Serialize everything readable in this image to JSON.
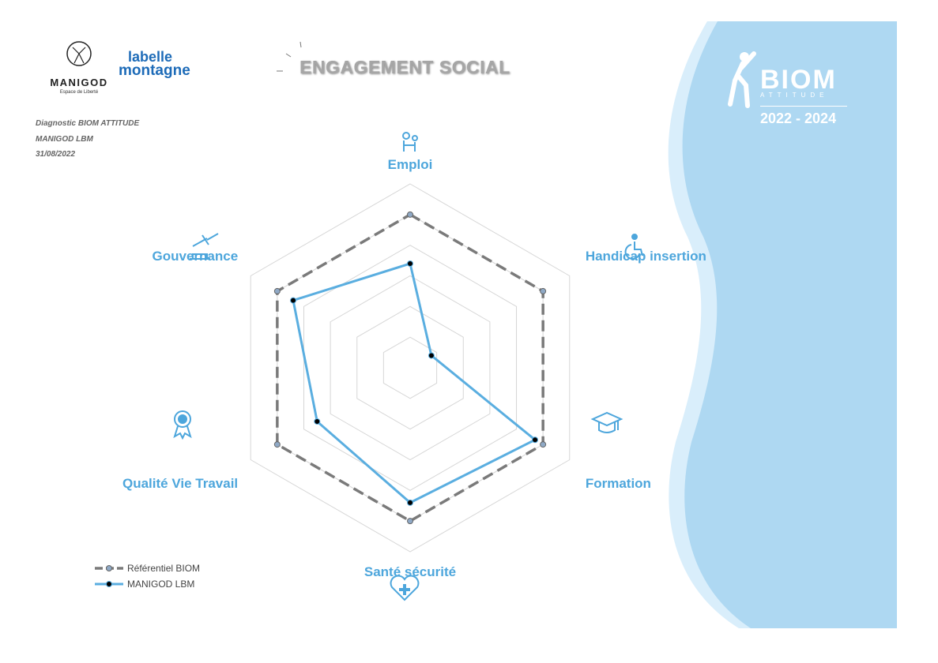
{
  "header": {
    "title": "ENGAGEMENT SOCIAL",
    "logo_manigod_name": "MANIGOD",
    "logo_manigod_tagline": "Espace de Liberté",
    "logo_labelle_line1": "labelle",
    "logo_labelle_line2": "montagne"
  },
  "meta": {
    "line1": "Diagnostic BIOM ATTITUDE",
    "line2": "MANIGOD LBM",
    "date": "31/08/2022"
  },
  "brand": {
    "name": "BIOM",
    "tagline": "ATTITUDE",
    "years": "2022 - 2024"
  },
  "colors": {
    "accent": "#5aaee0",
    "label": "#4da6dc",
    "reference": "#7a7a7a",
    "panel": "#aed8f2",
    "panel_light": "#d9eefb",
    "grid": "#d6d6d6",
    "title": "#a6a6a6"
  },
  "chart_data": {
    "type": "radar",
    "categories": [
      "Emploi",
      "Handicap insertion",
      "Formation",
      "Santé sécurité",
      "Qualité Vie Travail",
      "Gouvernance"
    ],
    "icons": [
      "team-gears-icon",
      "wheelchair-icon",
      "graduation-cap-icon",
      "heart-plus-icon",
      "award-ribbon-icon",
      "gavel-icon"
    ],
    "rlim": [
      0,
      6
    ],
    "rings": 6,
    "grid": true,
    "legend_position": "bottom-left",
    "series": [
      {
        "name": "Référentiel BIOM",
        "values": [
          5,
          5,
          5,
          5,
          5,
          5
        ],
        "style": "dashed"
      },
      {
        "name": "MANIGOD LBM",
        "values": [
          3.4,
          0.8,
          4.7,
          4.4,
          3.5,
          4.4
        ],
        "style": "solid"
      }
    ]
  }
}
